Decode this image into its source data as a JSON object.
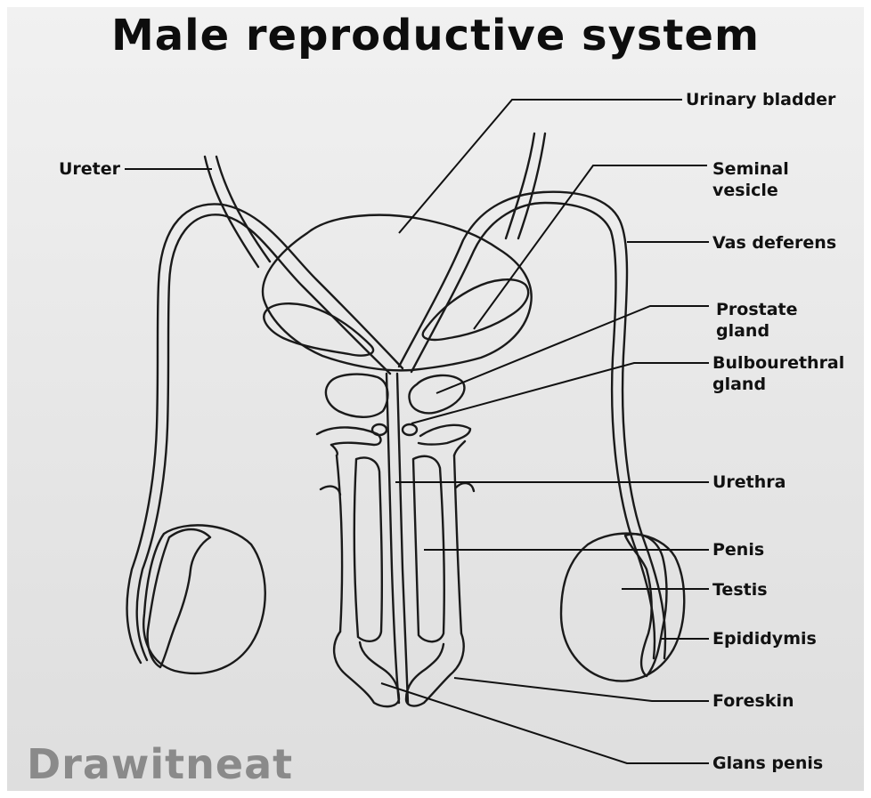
{
  "title": "Male reproductive system",
  "labels": {
    "ureter": "Ureter",
    "urinary_bladder": "Urinary bladder",
    "seminal_vesicle": "Seminal\nvesicle",
    "vas_deferens": "Vas deferens",
    "prostate_gland": "Prostate\ngland",
    "bulbourethral_gland": "Bulbourethral\ngland",
    "urethra": "Urethra",
    "penis": "Penis",
    "testis": "Testis",
    "epididymis": "Epididymis",
    "foreskin": "Foreskin",
    "glans_penis": "Glans penis"
  },
  "watermark": "Drawitneat",
  "colors": {
    "paper": "#e8e8e8",
    "ink": "#1a1a1a",
    "watermark": "#8a8a8a"
  }
}
